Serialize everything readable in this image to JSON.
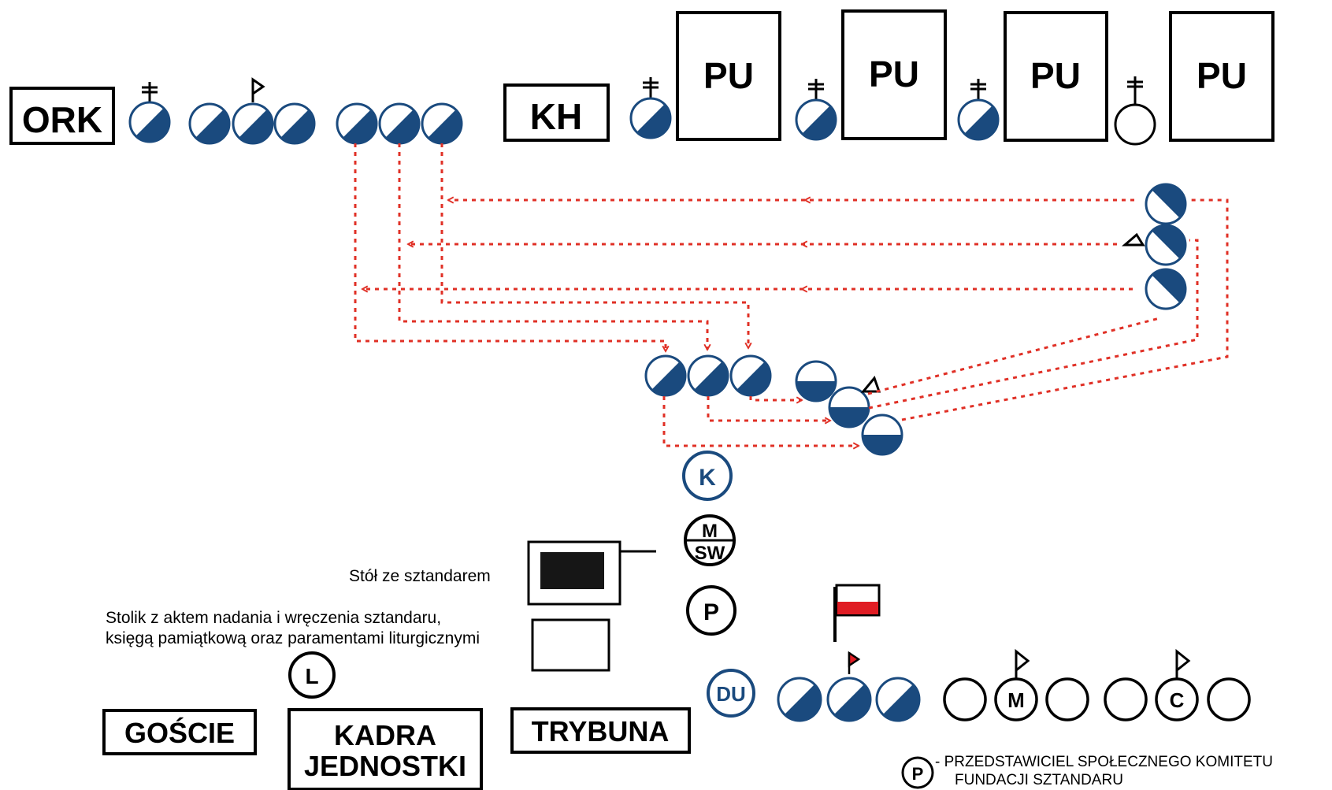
{
  "colors": {
    "navy": "#1a4a7e",
    "arrow": "#e03026",
    "flag_red": "#e01d24",
    "black": "#000000"
  },
  "labels": {
    "ork": "ORK",
    "kh": "KH",
    "pu": "PU",
    "goscie": "GOŚCIE",
    "kadra_line1": "KADRA",
    "kadra_line2": "JEDNOSTKI",
    "trybuna": "TRYBUNA"
  },
  "markers": {
    "k": "K",
    "msw_top": "M",
    "msw_bottom": "SW",
    "p": "P",
    "l": "L",
    "du": "DU",
    "m": "M",
    "c": "C"
  },
  "table_banner_caption": "Stół ze sztandarem",
  "table_docs_caption_line1": "Stolik z aktem nadania i wręczenia sztandaru,",
  "table_docs_caption_line2": "księgą pamiątkową oraz paramentami liturgicznymi",
  "legend": {
    "symbol": "P",
    "line1": "- PRZEDSTAWICIEL SPOŁECZNEGO KOMITETU",
    "line2": "FUNDACJI  SZTANDARU"
  },
  "icons": [
    "cross-icon",
    "pennant-icon",
    "flag-icon",
    "arrow-icon"
  ]
}
